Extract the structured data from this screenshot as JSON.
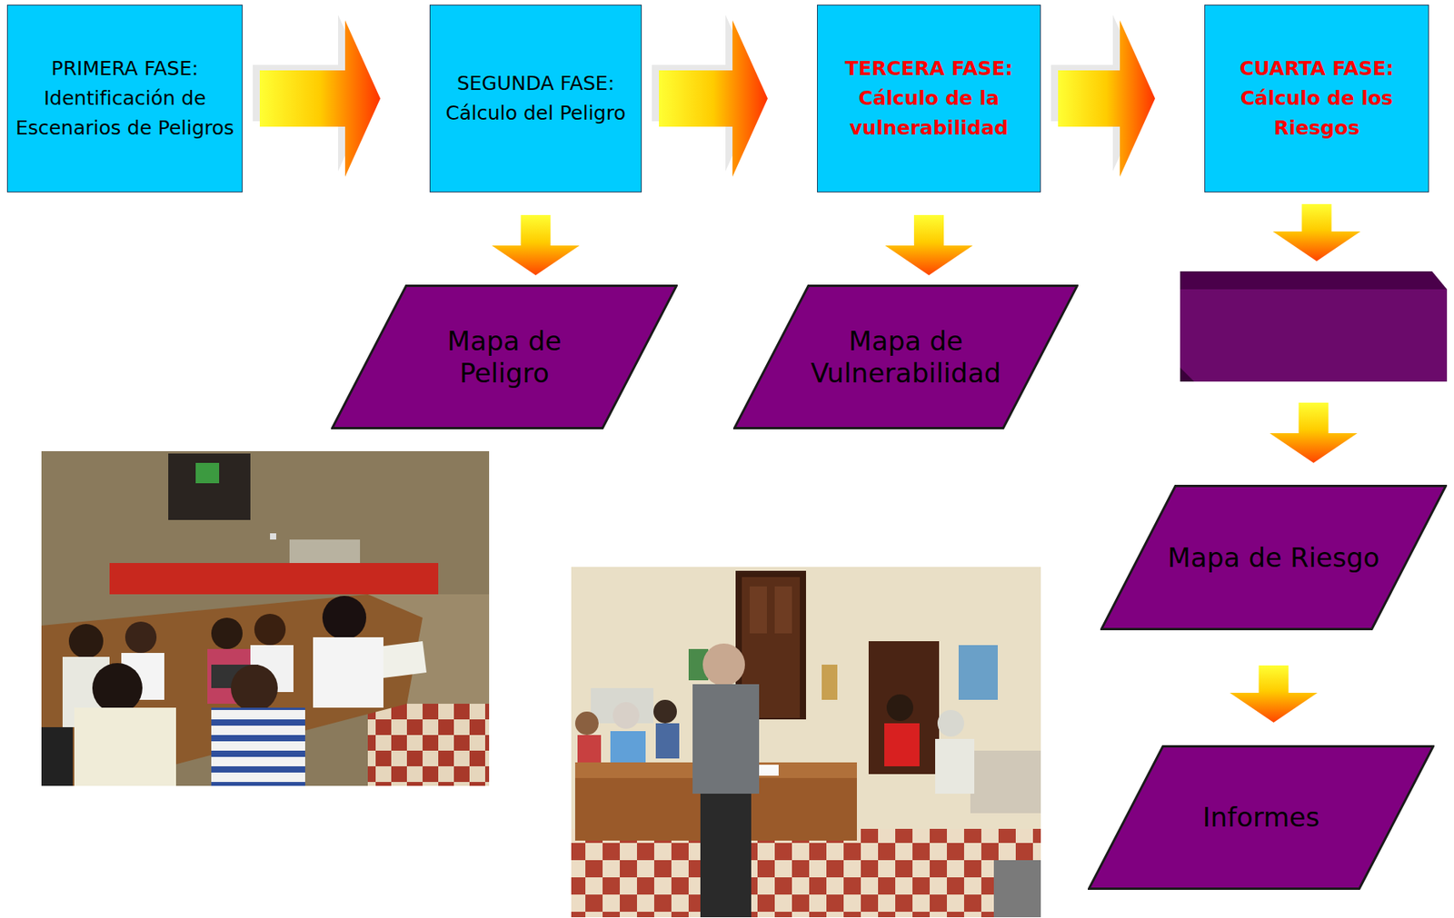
{
  "diagram": {
    "nodes": [
      {
        "text": [
          "PRIMERA FASE:",
          "Identificación de Escenarios de Peligros"
        ]
      },
      {
        "text": [
          "SEGUNDA FASE:",
          "Cálculo del Peligro"
        ]
      },
      {
        "text": [
          "TERCERA FASE:",
          "Cálculo de la vulnerabilidad"
        ]
      },
      {
        "text": [
          "CUARTA FASE:",
          "Cálculo de los Riesgos"
        ]
      },
      {
        "text": [
          "Mapa de Peligro"
        ]
      },
      {
        "text": [
          "Mapa de Vulnerabilidad"
        ]
      },
      {
        "text": [
          "Mapa de Riesgo"
        ]
      },
      {
        "text": [
          "Informes"
        ]
      }
    ],
    "edges": [
      {
        "from": 0,
        "to": 1,
        "arrow": "to"
      },
      {
        "from": 1,
        "to": 2,
        "arrow": "to"
      },
      {
        "from": 2,
        "to": 3,
        "arrow": "to"
      },
      {
        "from": 1,
        "to": 4,
        "arrow": "to"
      },
      {
        "from": 2,
        "to": 5,
        "arrow": "to"
      },
      {
        "from": 3,
        "to": 6,
        "arrow": "to"
      },
      {
        "from": 6,
        "to": 7,
        "arrow": "to"
      }
    ]
  }
}
